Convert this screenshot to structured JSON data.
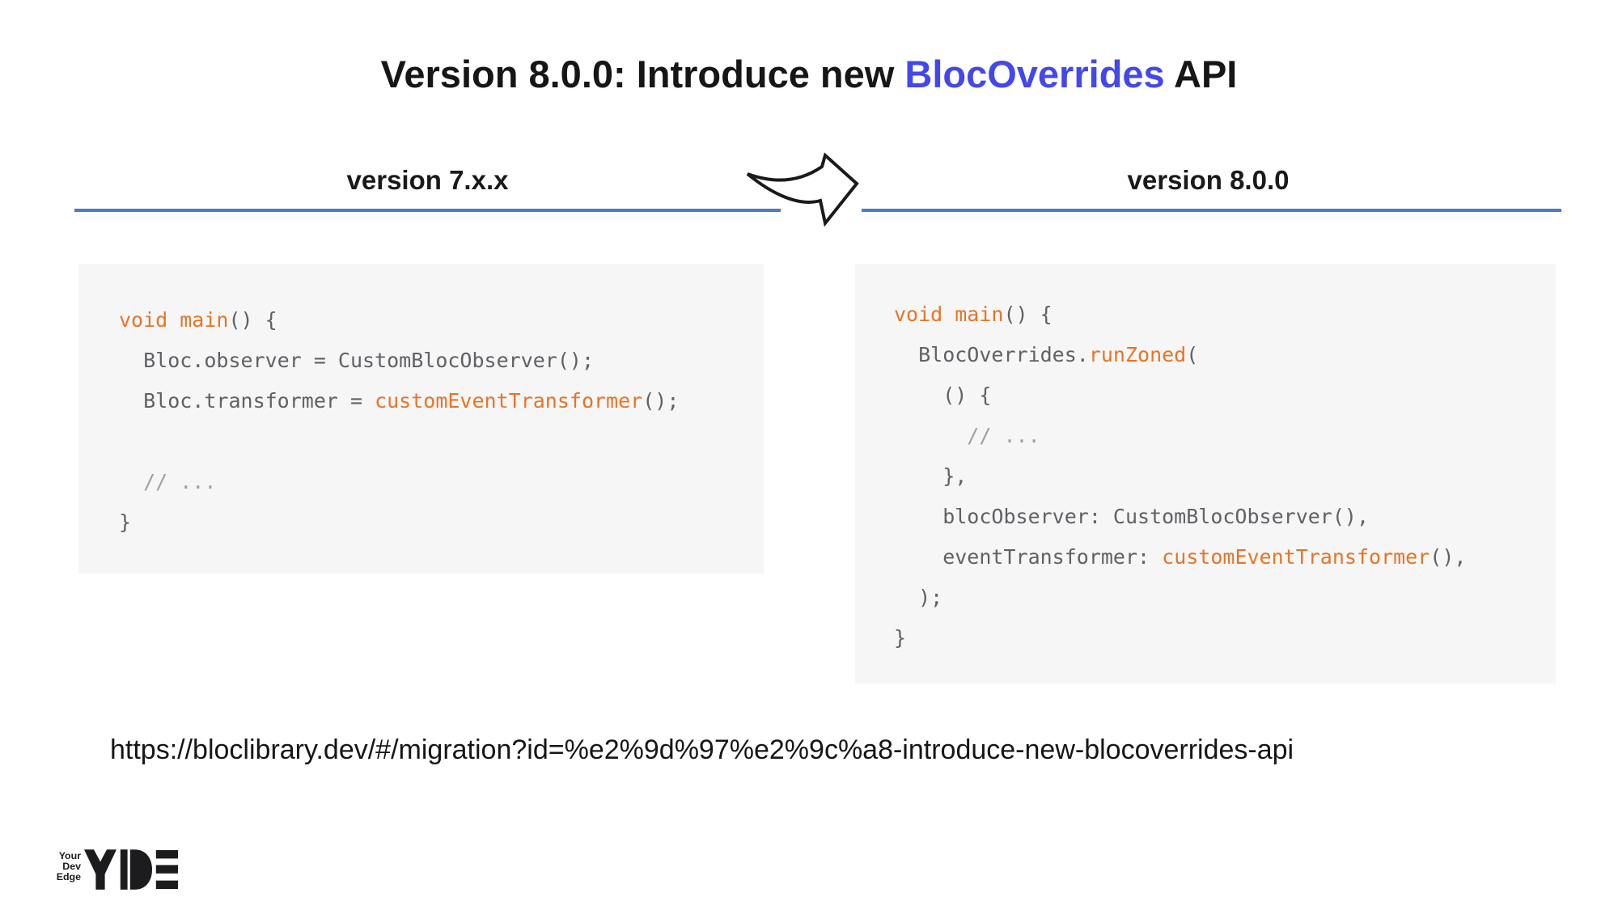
{
  "title": {
    "prefix": "Version 8.0.0: Introduce new ",
    "highlight": "BlocOverrides",
    "suffix": " API"
  },
  "columns": {
    "left_label": "version 7.x.x",
    "right_label": "version 8.0.0"
  },
  "colors": {
    "title_highlight_blue": "#4348ea",
    "divider_blue": "#4d7cb8",
    "code_background": "#f6f6f7",
    "code_text_gray": "#5f6164",
    "code_keyword_orange": "#e87425",
    "code_comment_gray": "#9da0a6"
  },
  "code_blocks": {
    "v7": {
      "lines": [
        [
          {
            "t": "void main",
            "c": "kw"
          },
          {
            "t": "() {",
            "c": "p"
          }
        ],
        [
          {
            "t": "  Bloc.observer = CustomBlocObserver();",
            "c": "p"
          }
        ],
        [
          {
            "t": "  Bloc.transformer = ",
            "c": "p"
          },
          {
            "t": "customEventTransformer",
            "c": "kw"
          },
          {
            "t": "();",
            "c": "p"
          }
        ],
        [],
        [
          {
            "t": "  // ...",
            "c": "cm"
          }
        ],
        [
          {
            "t": "}",
            "c": "p"
          }
        ]
      ]
    },
    "v8": {
      "lines": [
        [
          {
            "t": "void main",
            "c": "kw"
          },
          {
            "t": "() {",
            "c": "p"
          }
        ],
        [
          {
            "t": "  BlocOverrides.",
            "c": "p"
          },
          {
            "t": "runZoned",
            "c": "kw"
          },
          {
            "t": "(",
            "c": "p"
          }
        ],
        [
          {
            "t": "    () {",
            "c": "p"
          }
        ],
        [
          {
            "t": "      // ...",
            "c": "cm"
          }
        ],
        [
          {
            "t": "    },",
            "c": "p"
          }
        ],
        [
          {
            "t": "    blocObserver: CustomBlocObserver(),",
            "c": "p"
          }
        ],
        [
          {
            "t": "    eventTransformer: ",
            "c": "p"
          },
          {
            "t": "customEventTransformer",
            "c": "kw"
          },
          {
            "t": "(),",
            "c": "p"
          }
        ],
        [
          {
            "t": "  );",
            "c": "p"
          }
        ],
        [
          {
            "t": "}",
            "c": "p"
          }
        ]
      ]
    }
  },
  "footer": {
    "url": "https://bloclibrary.dev/#/migration?id=%e2%9d%97%e2%9c%a8-introduce-new-blocoverrides-api"
  },
  "logo": {
    "stack": [
      "Your",
      "Dev",
      "Edge"
    ],
    "monogram": "YDE"
  }
}
